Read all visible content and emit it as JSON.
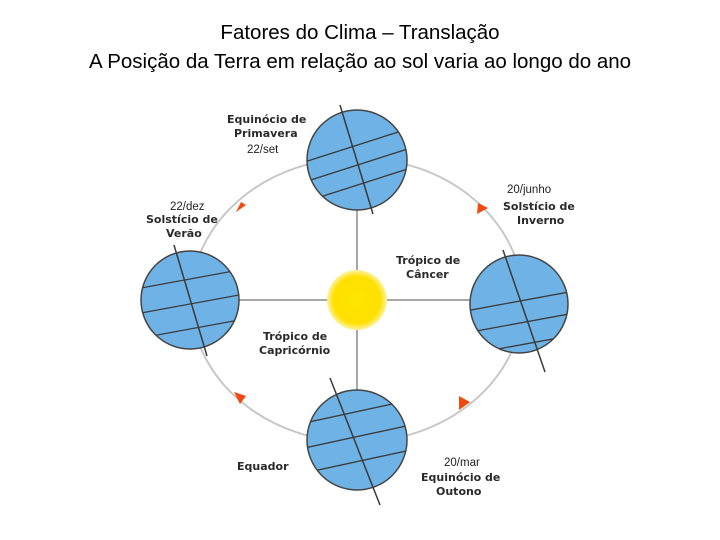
{
  "header": {
    "title": "Fatores do Clima – Translação",
    "subtitle": "A Posição da Terra em relação ao sol varia ao longo do ano"
  },
  "colors": {
    "earth": "#6fb2e6",
    "earth_stroke": "#454545",
    "sun": "#ffe000",
    "sun_glow": "#fff4a0",
    "orbit": "#c8c8c8",
    "arrow": "#f04a10"
  },
  "labels": {
    "top_line1": "Equinócio de",
    "top_line2": "Primavera",
    "top_date": "22/set",
    "left_date": "22/dez",
    "left_line1": "Solstício de",
    "left_line2": "Verão",
    "right_date": "20/junho",
    "right_line1": "Solstício de",
    "right_line2": "Inverno",
    "cancer_line1": "Trópico de",
    "cancer_line2": "Câncer",
    "capricorn_line1": "Trópico de",
    "capricorn_line2": "Capricórnio",
    "equator": "Equador",
    "bottom_date": "20/mar",
    "bottom_line1": "Equinócio de",
    "bottom_line2": "Outono"
  }
}
